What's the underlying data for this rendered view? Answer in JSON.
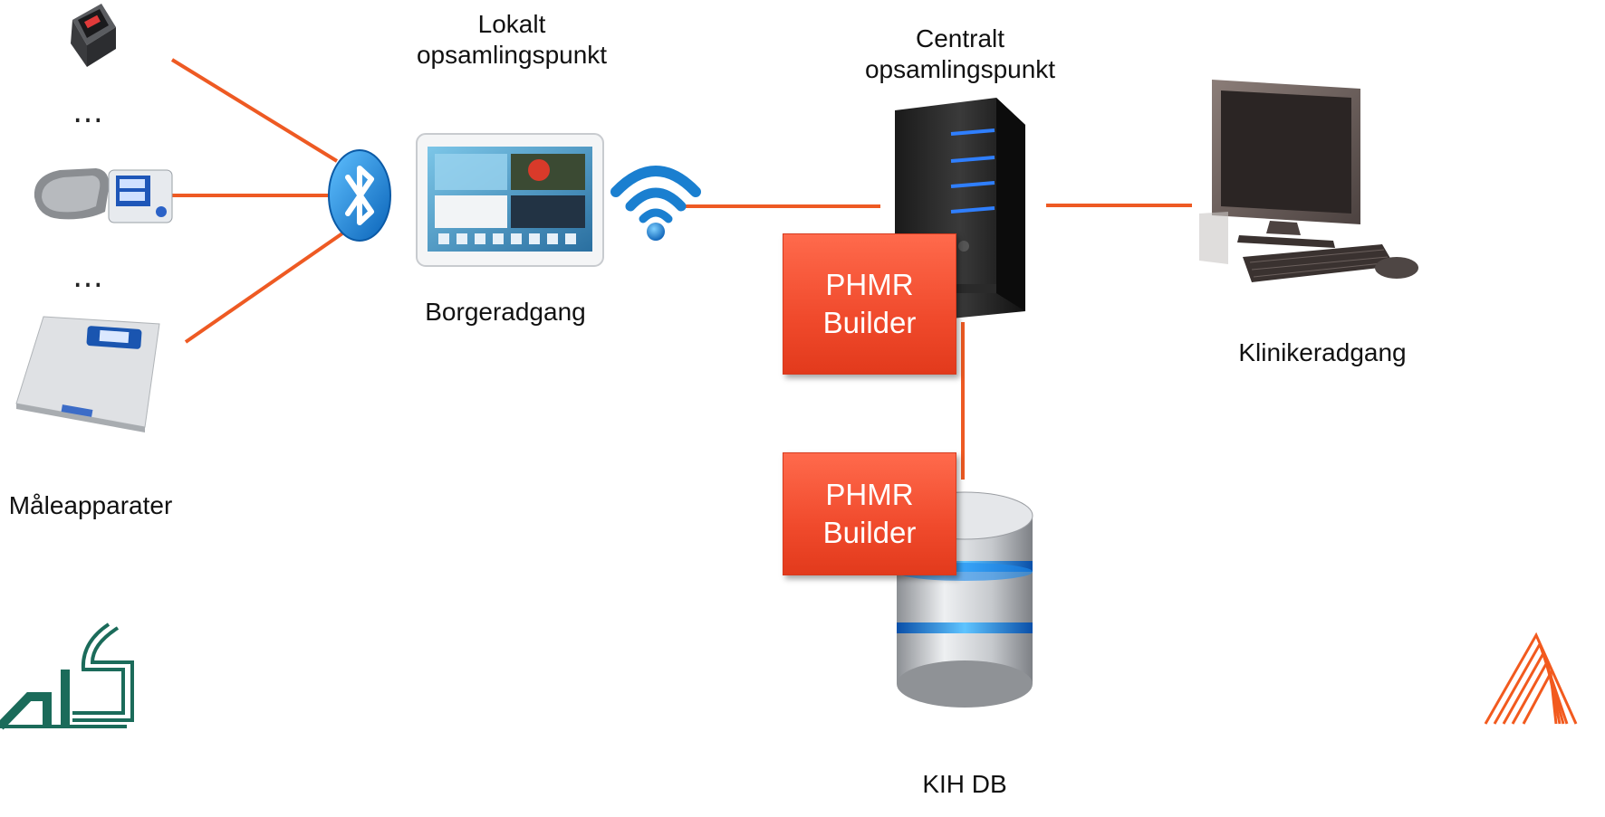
{
  "labels": {
    "local_point_line1": "Lokalt",
    "local_point_line2": "opsamlingspunkt",
    "central_point_line1": "Centralt",
    "central_point_line2": "opsamlingspunkt",
    "citizen_access": "Borgeradgang",
    "clinician_access": "Klinikeradgang",
    "measuring_devices": "Måleapparater",
    "database": "KIH DB",
    "ellipsis": "…"
  },
  "phmr_top": {
    "line1": "PHMR",
    "line2": "Builder"
  },
  "phmr_bottom": {
    "line1": "PHMR",
    "line2": "Builder"
  },
  "colors": {
    "connector": "#ee5a23",
    "phmr_box": "#f04a2c",
    "bluetooth": "#1f8fdc",
    "wifi": "#1a7fd0",
    "server_led": "#2f7fff",
    "db_band": "#1d8cf0",
    "logo_green": "#1b6b5a",
    "logo_orange": "#f25a1e"
  },
  "icons": {
    "pulse_oximeter": "pulse-oximeter-icon",
    "blood_pressure": "blood-pressure-monitor-icon",
    "scale": "weighing-scale-icon",
    "bluetooth": "bluetooth-icon",
    "tablet": "tablet-icon",
    "wifi": "wifi-icon",
    "server": "server-tower-icon",
    "computer": "desktop-computer-icon",
    "database": "database-icon"
  }
}
